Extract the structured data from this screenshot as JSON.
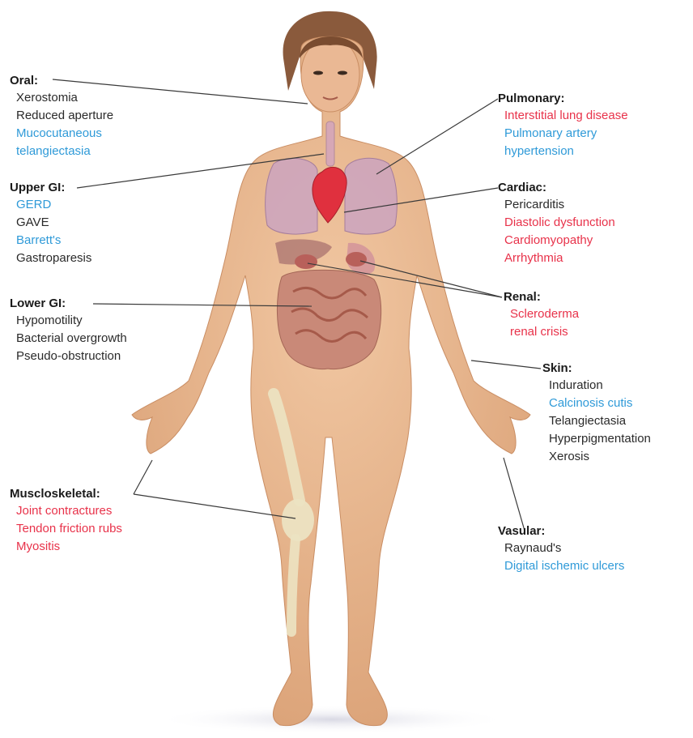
{
  "colors": {
    "dark": "#2a2a2a",
    "red": "#e8324a",
    "blue": "#2f9ad8",
    "skin": "#e7b48d",
    "leader_line": "#3a3a3a"
  },
  "groups": {
    "oral": {
      "title": "Oral:",
      "items": [
        {
          "text": "Xerostomia",
          "color": "dark"
        },
        {
          "text": "Reduced aperture",
          "color": "dark"
        },
        {
          "text": "Mucocutaneous",
          "color": "blue"
        },
        {
          "text": "telangiectasia",
          "color": "blue"
        }
      ]
    },
    "upper_gi": {
      "title": "Upper GI:",
      "items": [
        {
          "text": "GERD",
          "color": "blue"
        },
        {
          "text": "GAVE",
          "color": "dark"
        },
        {
          "text": "Barrett's",
          "color": "blue"
        },
        {
          "text": "Gastroparesis",
          "color": "dark"
        }
      ]
    },
    "lower_gi": {
      "title": "Lower GI:",
      "items": [
        {
          "text": "Hypomotility",
          "color": "dark"
        },
        {
          "text": "Bacterial overgrowth",
          "color": "dark"
        },
        {
          "text": "Pseudo-obstruction",
          "color": "dark"
        }
      ]
    },
    "musculoskeletal": {
      "title": "Muscloskeletal:",
      "items": [
        {
          "text": "Joint contractures",
          "color": "red"
        },
        {
          "text": "Tendon friction rubs",
          "color": "red"
        },
        {
          "text": "Myositis",
          "color": "red"
        }
      ]
    },
    "pulmonary": {
      "title": "Pulmonary:",
      "items": [
        {
          "text": "Interstitial lung disease",
          "color": "red"
        },
        {
          "text": "Pulmonary artery",
          "color": "blue"
        },
        {
          "text": "hypertension",
          "color": "blue"
        }
      ]
    },
    "cardiac": {
      "title": "Cardiac:",
      "items": [
        {
          "text": "Pericarditis",
          "color": "dark"
        },
        {
          "text": "Diastolic dysfunction",
          "color": "red"
        },
        {
          "text": "Cardiomyopathy",
          "color": "red"
        },
        {
          "text": "Arrhythmia",
          "color": "red"
        }
      ]
    },
    "renal": {
      "title": "Renal:",
      "items": [
        {
          "text": "Scleroderma",
          "color": "red"
        },
        {
          "text": "renal crisis",
          "color": "red"
        }
      ]
    },
    "skin": {
      "title": "Skin:",
      "items": [
        {
          "text": "Induration",
          "color": "dark"
        },
        {
          "text": "Calcinosis cutis",
          "color": "blue"
        },
        {
          "text": "Telangiectasia",
          "color": "dark"
        },
        {
          "text": "Hyperpigmentation",
          "color": "dark"
        },
        {
          "text": "Xerosis",
          "color": "dark"
        }
      ]
    },
    "vascular": {
      "title": "Vasular:",
      "items": [
        {
          "text": "Raynaud's",
          "color": "dark"
        },
        {
          "text": "Digital ischemic ulcers",
          "color": "blue"
        }
      ]
    }
  }
}
